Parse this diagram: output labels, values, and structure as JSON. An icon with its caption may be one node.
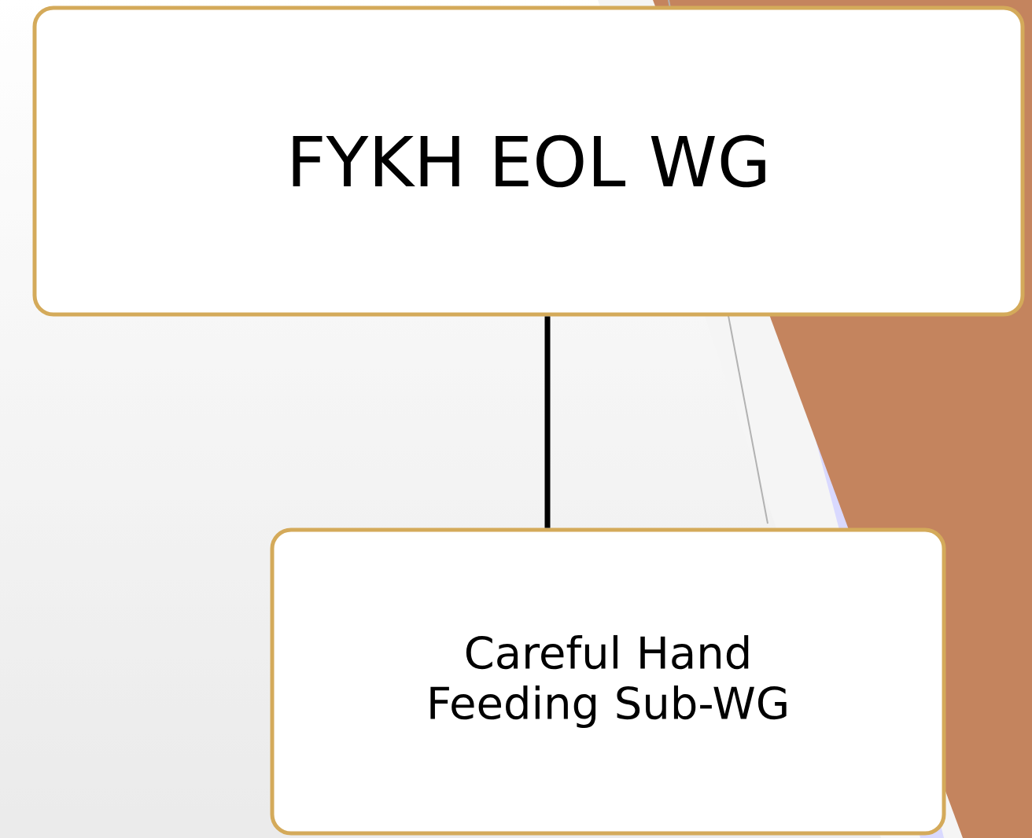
{
  "diagram": {
    "nodes": [
      {
        "text": [
          "FYKH EOL WG"
        ]
      },
      {
        "text": [
          "Careful Hand Feeding Sub-WG"
        ]
      }
    ],
    "edges": [
      {
        "from": 0,
        "to": 1,
        "arrow": "none"
      }
    ]
  }
}
